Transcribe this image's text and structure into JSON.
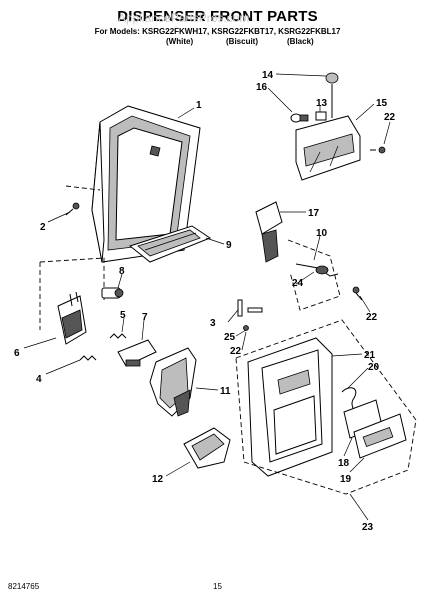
{
  "header": {
    "title": "DISPENSER FRONT PARTS",
    "models_line": "For Models: KSRG22FKWH17, KSRG22FKBT17, KSRG22FKBL17",
    "variants": [
      "(White)",
      "(Biscuit)",
      "(Black)"
    ]
  },
  "watermark": "AppliancePartsPros.com",
  "callouts": [
    "1",
    "2",
    "3",
    "4",
    "5",
    "6",
    "7",
    "8",
    "9",
    "10",
    "11",
    "12",
    "13",
    "14",
    "15",
    "16",
    "17",
    "18",
    "19",
    "20",
    "21",
    "22",
    "22",
    "22",
    "22",
    "23",
    "24",
    "25"
  ],
  "footer": {
    "doc_number": "8214765",
    "page_number": "15"
  }
}
